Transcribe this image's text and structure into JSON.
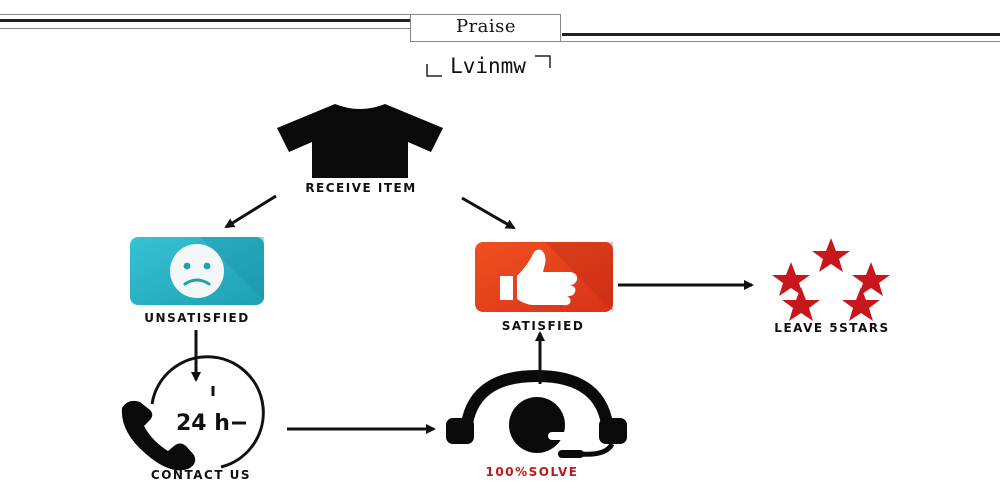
{
  "header": {
    "title": "Praise",
    "brand": "Lvinmw"
  },
  "nodes": {
    "receive": {
      "label": "RECEIVE ITEM"
    },
    "unsatisfied": {
      "label": "UNSATISFIED"
    },
    "satisfied": {
      "label": "SATISFIED"
    },
    "leave": {
      "label": "LEAVE 5STARS"
    },
    "contact": {
      "label": "CONTACT US",
      "badge": "24 h"
    },
    "solve": {
      "label": "100%SOLVE"
    }
  },
  "colors": {
    "unsatisfied_tile": "#2bb5c8",
    "satisfied_tile": "#e8421c",
    "stars": "#c8161d",
    "solve_label": "#c01818"
  },
  "icons": {
    "receive": "t-shirt-icon",
    "unsatisfied": "sad-face-icon",
    "satisfied": "thumbs-up-icon",
    "leave": "five-stars-icon",
    "contact": "phone-24h-icon",
    "solve": "headset-icon"
  }
}
